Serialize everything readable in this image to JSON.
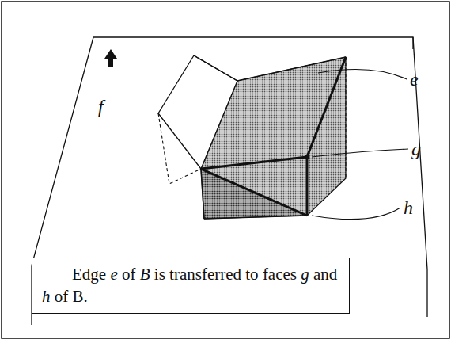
{
  "diagram": {
    "caption": "Edge e of B is transferred to faces g and h of B.",
    "labels": [
      "f",
      "e",
      "g",
      "h"
    ]
  }
}
